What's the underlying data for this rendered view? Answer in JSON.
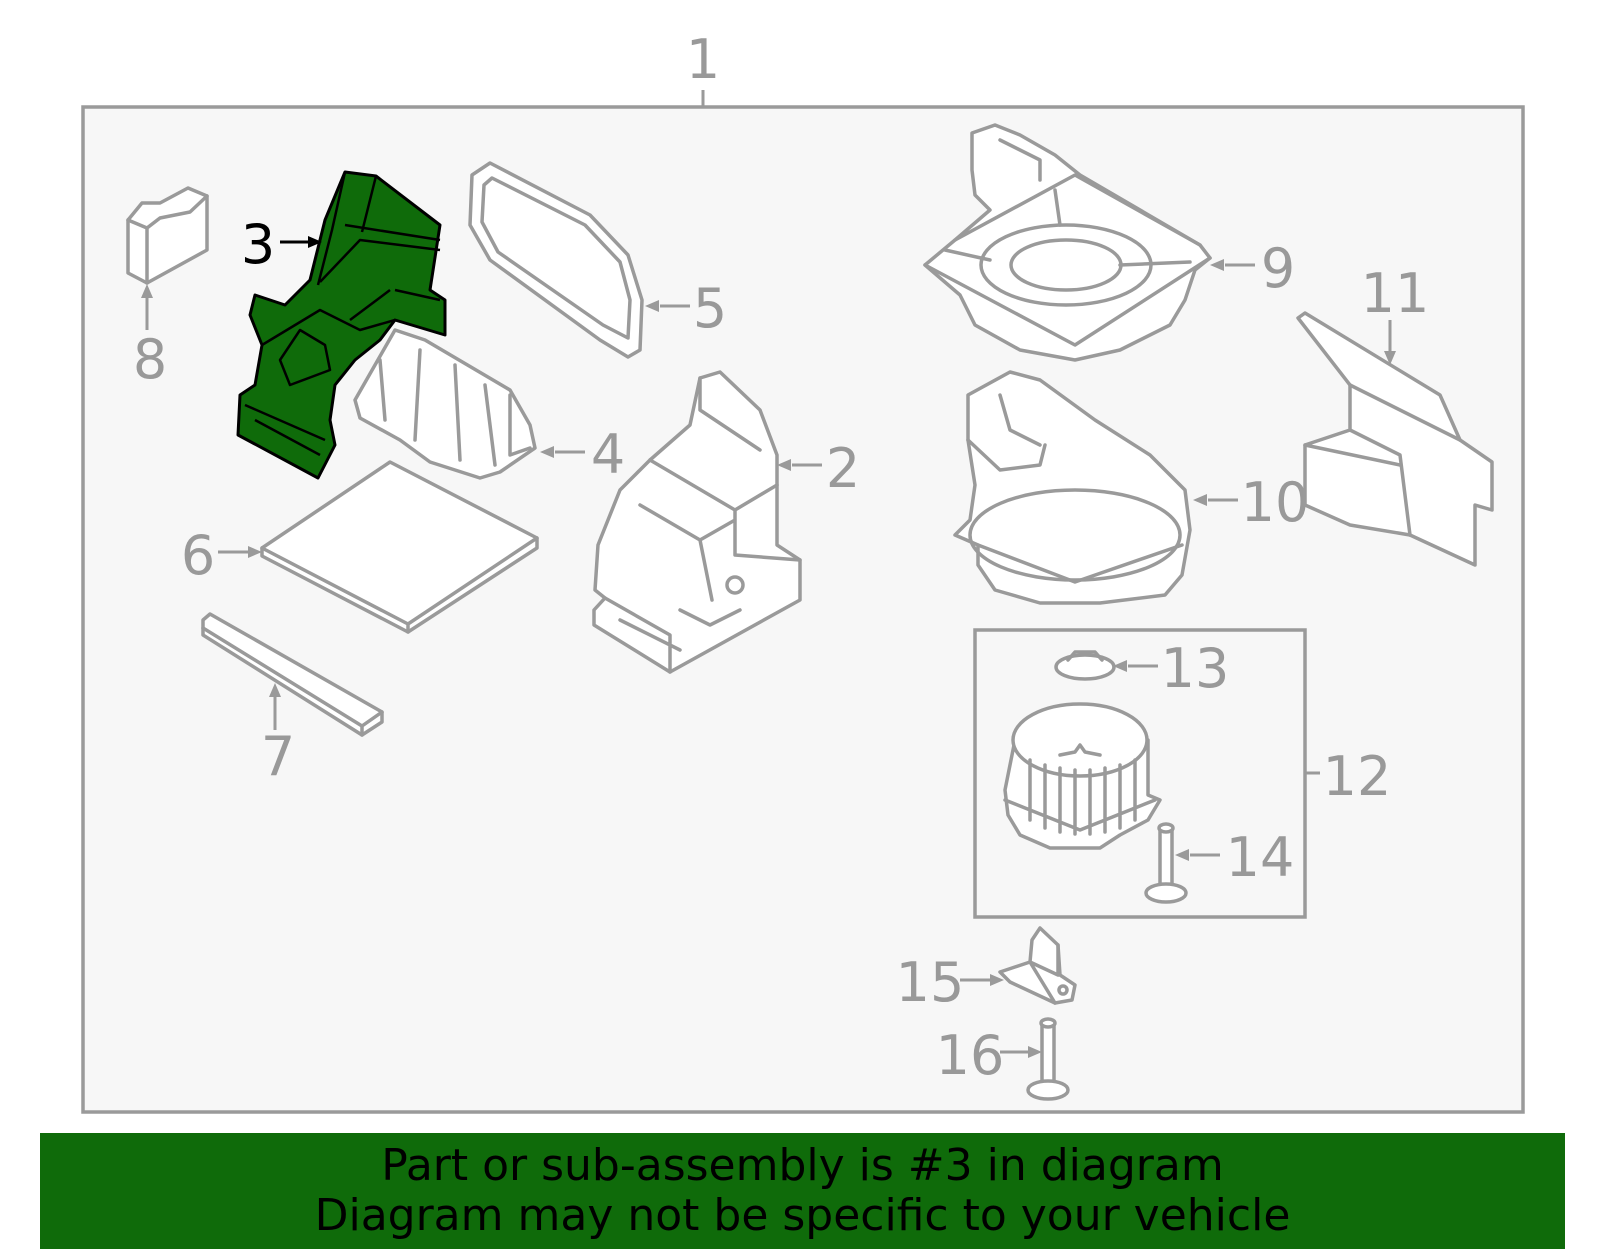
{
  "diagram": {
    "highlight_color": "#0f6b0a",
    "callouts": {
      "c1": "1",
      "c2": "2",
      "c3": "3",
      "c4": "4",
      "c5": "5",
      "c6": "6",
      "c7": "7",
      "c8": "8",
      "c9": "9",
      "c10": "10",
      "c11": "11",
      "c12": "12",
      "c13": "13",
      "c14": "14",
      "c15": "15",
      "c16": "16"
    },
    "highlighted_part": "3"
  },
  "banner": {
    "line1": "Part or sub-assembly is #3 in diagram",
    "line2": "Diagram may not be specific to your vehicle",
    "background": "#0f6b0a"
  }
}
